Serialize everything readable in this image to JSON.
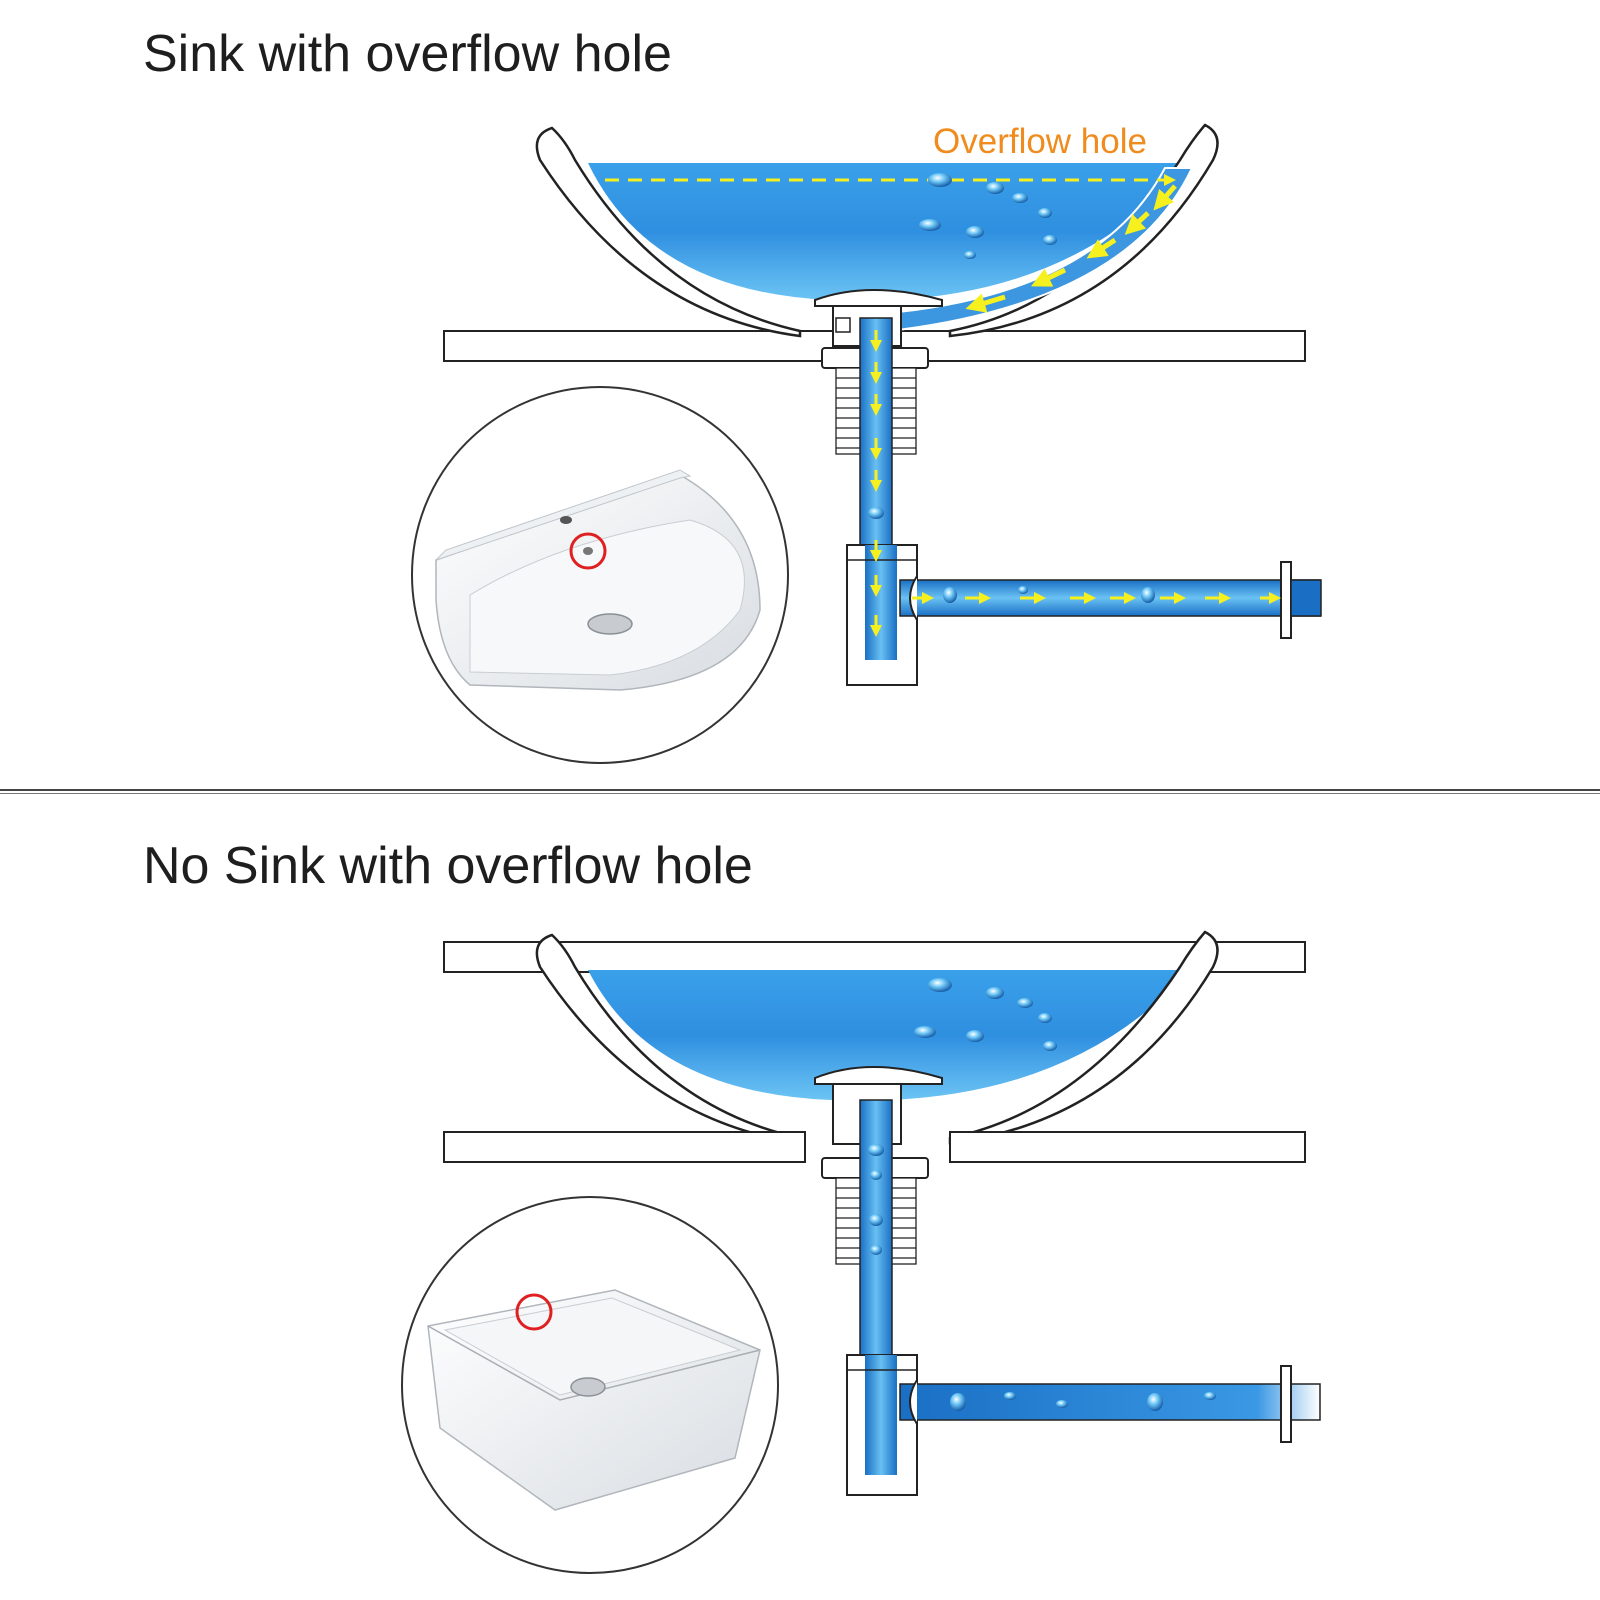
{
  "sections": [
    {
      "title": "Sink with overflow hole",
      "callout": "Overflow hole",
      "has_overflow": true
    },
    {
      "title": "No Sink with overflow hole",
      "has_overflow": false
    }
  ],
  "colors": {
    "water_light": "#5ab8f0",
    "water_dark": "#0a5fb8",
    "arrow": "#f5f01e",
    "callout": "#f08c1e",
    "marker": "#e02020",
    "outline": "#222222"
  }
}
